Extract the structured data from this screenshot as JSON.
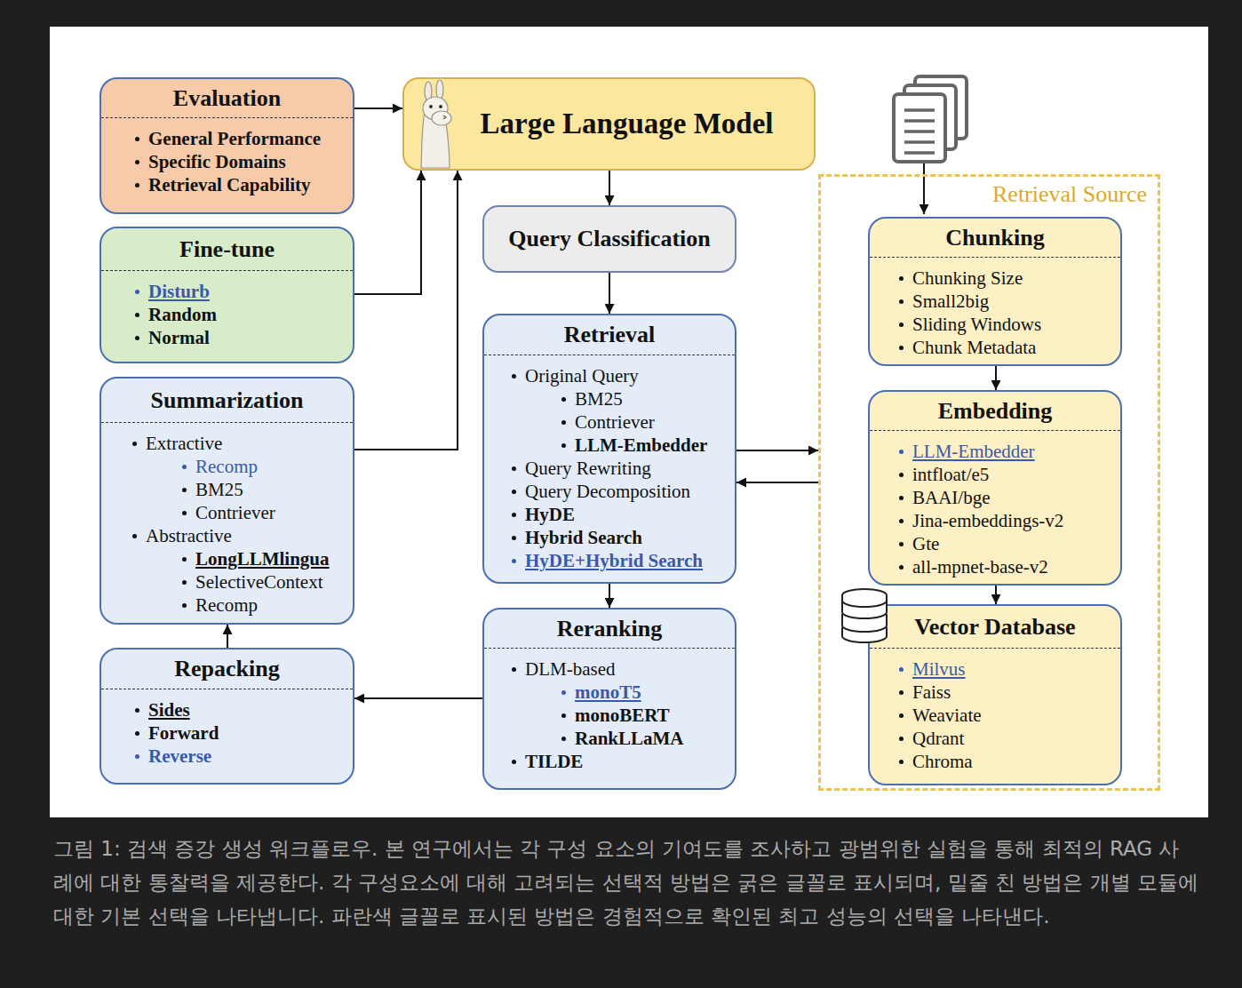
{
  "diagram": {
    "nodes": [
      {
        "text": [
          "Evaluation",
          "General Performance",
          "Specific Domains",
          "Retrieval Capability"
        ]
      },
      {
        "text": [
          "Fine-tune",
          "Disturb",
          "Random",
          "Normal"
        ]
      },
      {
        "text": [
          "Summarization",
          "Extractive",
          "Recomp",
          "BM25",
          "Contriever",
          "Abstractive",
          "LongLLMlingua",
          "SelectiveContext",
          "Recomp"
        ]
      },
      {
        "text": [
          "Repacking",
          "Sides",
          "Forward",
          "Reverse"
        ]
      },
      {
        "text": [
          "Large Language Model"
        ]
      },
      {
        "text": [
          "Query Classification"
        ]
      },
      {
        "text": [
          "Retrieval",
          "Original Query",
          "BM25",
          "Contriever",
          "LLM-Embedder",
          "Query Rewriting",
          "Query Decomposition",
          "HyDE",
          "Hybrid Search",
          "HyDE+Hybrid Search"
        ]
      },
      {
        "text": [
          "Reranking",
          "DLM-based",
          "monoT5",
          "monoBERT",
          "RankLLaMA",
          "TILDE"
        ]
      },
      {
        "text": [
          "Retrieval Source"
        ]
      },
      {
        "text": [
          "Chunking",
          "Chunking Size",
          "Small2big",
          "Sliding Windows",
          "Chunk Metadata"
        ],
        "in": 8
      },
      {
        "text": [
          "Embedding",
          "LLM-Embedder",
          "intfloat/e5",
          "BAAI/bge",
          "Jina-embeddings-v2",
          "Gte",
          "all-mpnet-base-v2"
        ],
        "in": 8
      },
      {
        "text": [
          "Vector Database",
          "Milvus",
          "Faiss",
          "Weaviate",
          "Qdrant",
          "Chroma"
        ],
        "in": 8
      }
    ],
    "edges": [
      {
        "from": 0,
        "to": 4,
        "arrow": "to"
      },
      {
        "from": 1,
        "to": 4,
        "arrow": "to"
      },
      {
        "from": 2,
        "to": 4,
        "arrow": "to"
      },
      {
        "from": 3,
        "to": 2,
        "arrow": "to"
      },
      {
        "from": 4,
        "to": 5,
        "arrow": "to"
      },
      {
        "from": 5,
        "to": 6,
        "arrow": "to"
      },
      {
        "from": 6,
        "to": 8,
        "arrow": "to"
      },
      {
        "from": 8,
        "to": 6,
        "arrow": "to"
      },
      {
        "from": 6,
        "to": 7,
        "arrow": "to"
      },
      {
        "from": 7,
        "to": 3,
        "arrow": "to"
      },
      {
        "from": 9,
        "to": 10,
        "arrow": "to"
      },
      {
        "from": 10,
        "to": 11,
        "arrow": "to"
      }
    ],
    "caption": "그림 1: 검색 증강 생성 워크플로우. 본 연구에서는 각 구성 요소의 기여도를 조사하고 광범위한 실험을 통해 최적의 RAG 사례에 대한 통찰력을 제공한다. 각 구성요소에 대해 고려되는 선택적 방법은 굵은 글꼴로 표시되며, 밑줄 친 방법은 개별 모듈에 대한 기본 선택을 나타냅니다. 파란색 글꼴로 표시된 방법은 경험적으로 확인된 최고 성능의 선택을 나타낸다."
  }
}
